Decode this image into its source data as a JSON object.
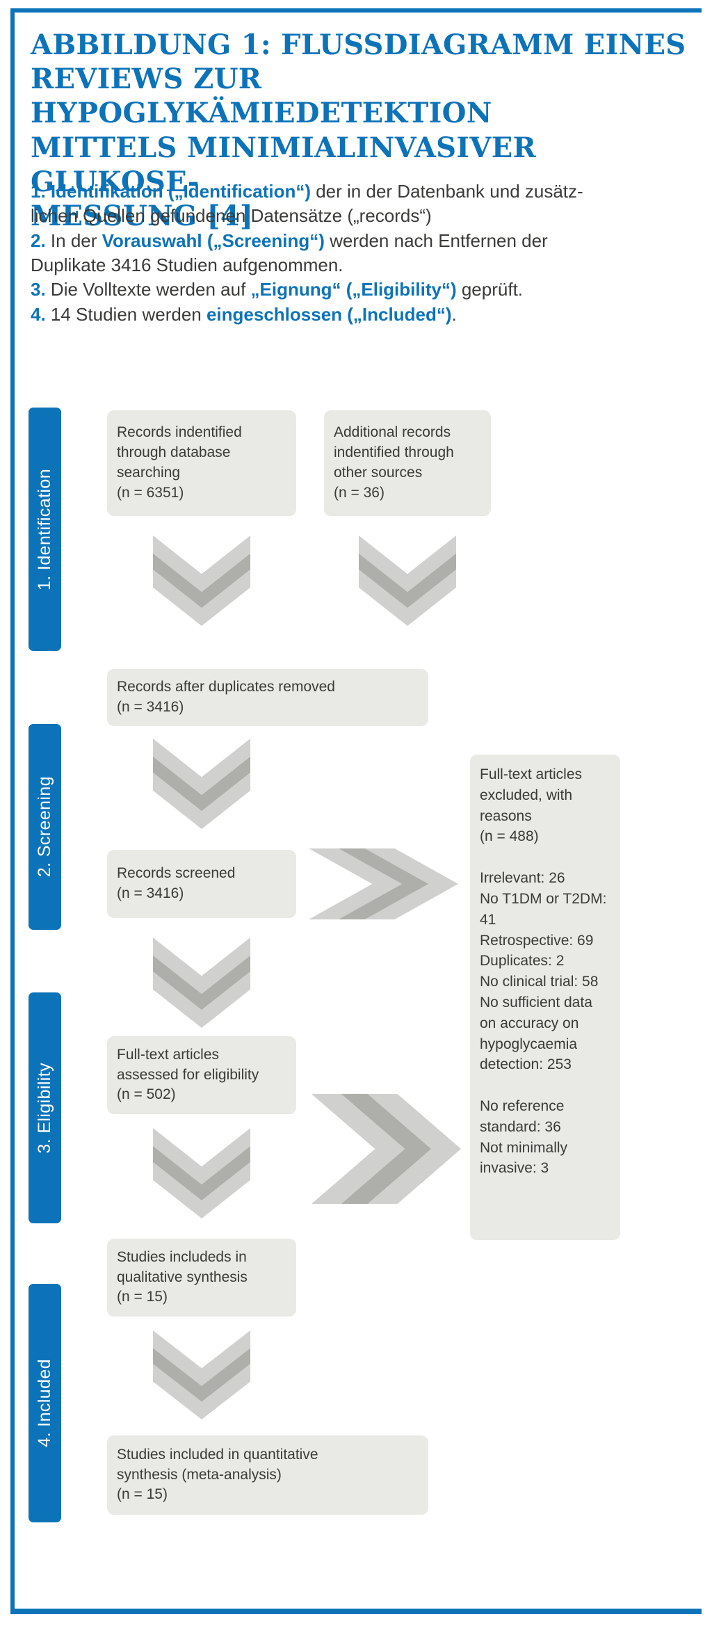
{
  "colors": {
    "accent_blue": "#0d73b9",
    "box_gray": "#e9e9e6",
    "text_dark": "#3a3a37",
    "arrow_gray": "#cfcfcc"
  },
  "title": "ABBILDUNG 1: FLUSSDIAGRAMM EINES\nREVIEWS ZUR HYPOGLYKÄMIEDETEKTION\nMITTELS MINIMIALINVASIVER GLUKOSE-\nMESSUNG [4]",
  "intro": {
    "items": [
      {
        "segments": [
          {
            "text": "1. Identifikation („Identification“)",
            "em": true
          },
          {
            "text": " der in der Datenbank und zusätz-\nlichen Quellen gefundenen Datensätze („records“)"
          }
        ]
      },
      {
        "segments": [
          {
            "text": "2.",
            "em": true
          },
          {
            "text": " In der "
          },
          {
            "text": "Vorauswahl („Screening“)",
            "em": true
          },
          {
            "text": " werden nach Entfernen der\nDuplikate 3416 Studien aufgenommen."
          }
        ]
      },
      {
        "segments": [
          {
            "text": "3.",
            "em": true
          },
          {
            "text": " Die Volltexte werden auf "
          },
          {
            "text": "„Eignung“ („Eligibility“)",
            "em": true
          },
          {
            "text": " geprüft."
          }
        ]
      },
      {
        "segments": [
          {
            "text": "4.",
            "em": true
          },
          {
            "text": " 14 Studien werden "
          },
          {
            "text": "eingeschlossen („Included“)",
            "em": true
          },
          {
            "text": "."
          }
        ]
      }
    ]
  },
  "stages": [
    {
      "label": "1. Identification"
    },
    {
      "label": "2. Screening"
    },
    {
      "label": "3. Eligibility"
    },
    {
      "label": "4. Included"
    }
  ],
  "boxes": {
    "db_records": "Records indentified\nthrough database\nsearching\n(n = 6351)",
    "other_records": "Additional records\nindentified through\nother sources\n(n = 36)",
    "after_duplicates": "Records after duplicates removed\n(n = 3416)",
    "screened": "Records screened\n(n = 3416)",
    "fulltext": "Full-text articles\nassessed for eligibility\n(n = 502)",
    "qualitative": "Studies includeds in\nqualitative synthesis\n(n = 15)",
    "quantitative": "Studies included in quantitative\nsynthesis (meta-analysis)\n(n = 15)",
    "excluded": "Full-text articles excluded, with reasons\n(n = 488)\n\nIrrelevant: 26\nNo T1DM or T2DM: 41\nRetrospective: 69\nDuplicates: 2\nNo clinical trial: 58\nNo sufficient data on accuracy on hypoglycaemia detection: 253\n\nNo reference standard: 36\nNot minimally invasive: 3"
  }
}
